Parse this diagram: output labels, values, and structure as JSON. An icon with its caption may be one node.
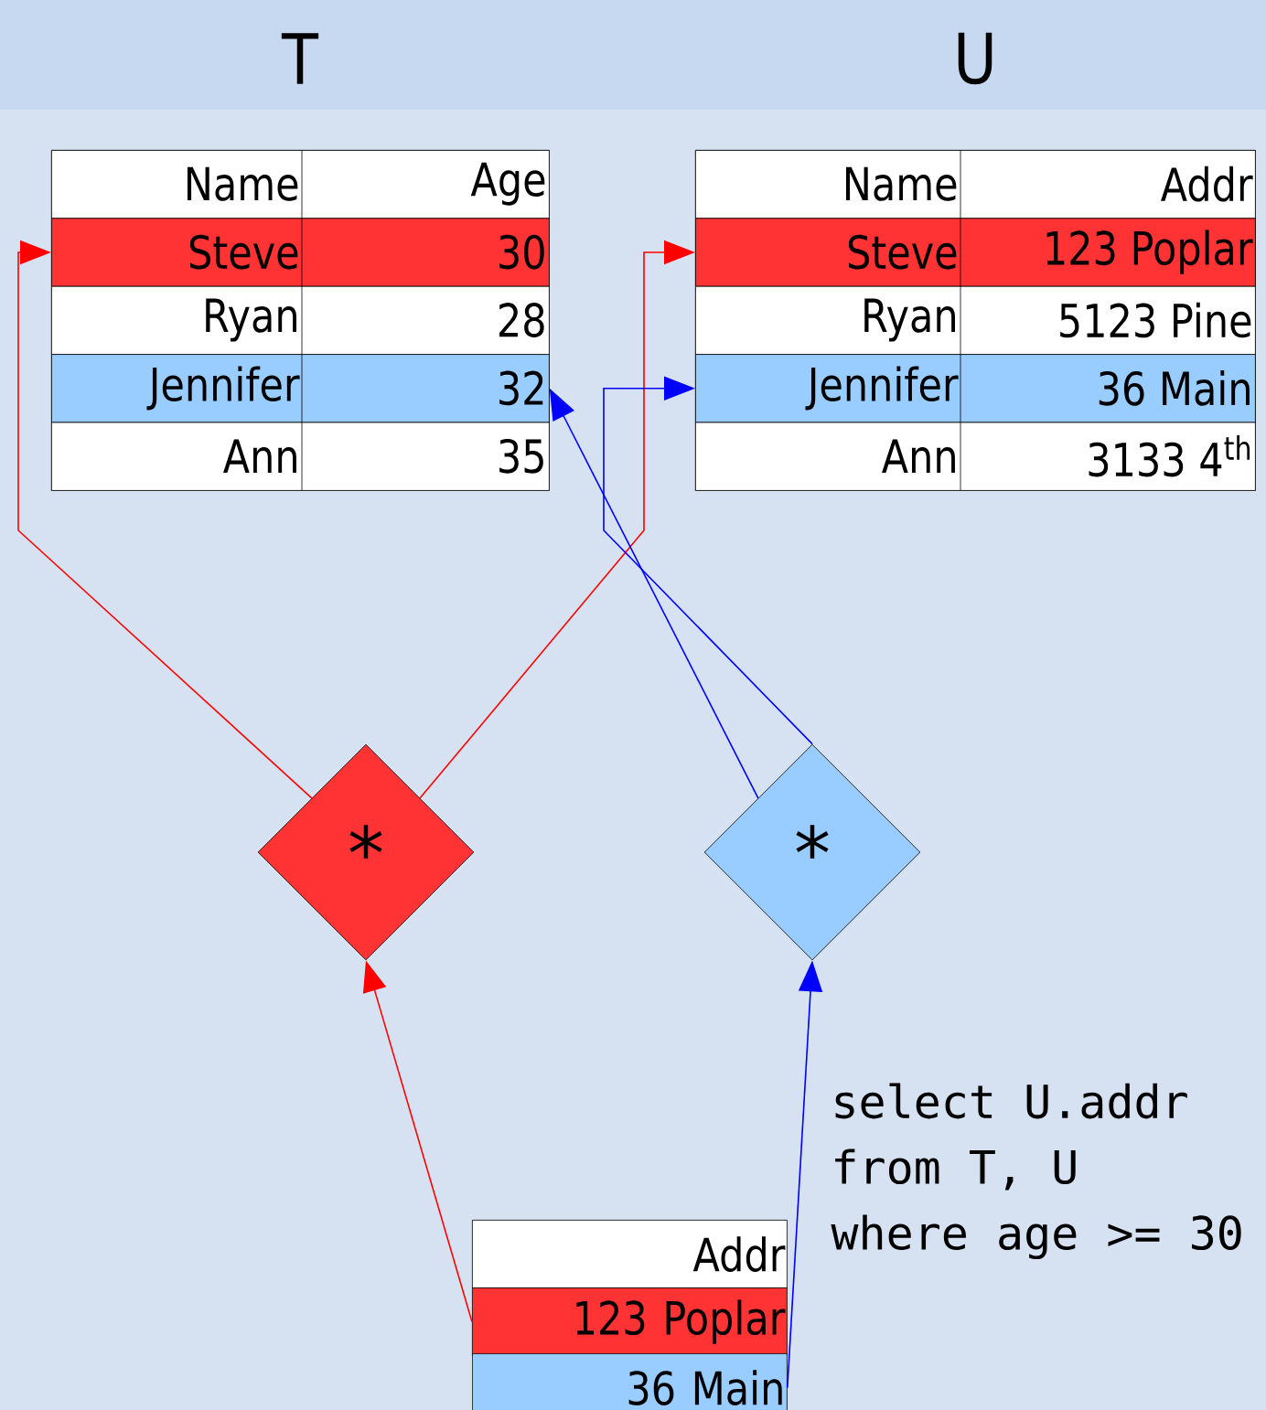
{
  "diagram": {
    "nodes": [
      {
        "text": [
          "T"
        ]
      },
      {
        "text": [
          "Name",
          "Age"
        ],
        "in": 0
      },
      {
        "text": [
          "Steve",
          "30"
        ],
        "in": 0
      },
      {
        "text": [
          "Ryan",
          "28"
        ],
        "in": 0
      },
      {
        "text": [
          "Jennifer",
          "32"
        ],
        "in": 0
      },
      {
        "text": [
          "Ann",
          "35"
        ],
        "in": 0
      },
      {
        "text": [
          "U"
        ]
      },
      {
        "text": [
          "Name",
          "Addr"
        ],
        "in": 6
      },
      {
        "text": [
          "Steve",
          "123 Poplar"
        ],
        "in": 6
      },
      {
        "text": [
          "Ryan",
          "5123 Pine"
        ],
        "in": 6
      },
      {
        "text": [
          "Jennifer",
          "36 Main"
        ],
        "in": 6
      },
      {
        "text": [
          "Ann",
          "3133 4$^{th}$"
        ],
        "in": 6
      },
      {
        "text": [
          "*"
        ]
      },
      {
        "text": [
          "*"
        ]
      },
      {
        "text": [
          "Addr"
        ]
      },
      {
        "text": [
          "123 Poplar"
        ]
      },
      {
        "text": [
          "36 Main"
        ]
      }
    ],
    "edges": [
      {
        "from": 15,
        "to": 12,
        "arrow": "to",
        "color": "#ff0000"
      },
      {
        "from": 12,
        "to": 2,
        "arrow": "to",
        "color": "#ff0000"
      },
      {
        "from": 12,
        "to": 8,
        "arrow": "to",
        "color": "#ff0000"
      },
      {
        "from": 16,
        "to": 13,
        "arrow": "to",
        "color": "#0000ff"
      },
      {
        "from": 13,
        "to": 4,
        "arrow": "to",
        "color": "#0000ff"
      },
      {
        "from": 13,
        "to": 10,
        "arrow": "to",
        "color": "#0000ff"
      }
    ],
    "labels": [
      "select U.addr",
      "from T, U",
      "where age >= 30"
    ]
  }
}
